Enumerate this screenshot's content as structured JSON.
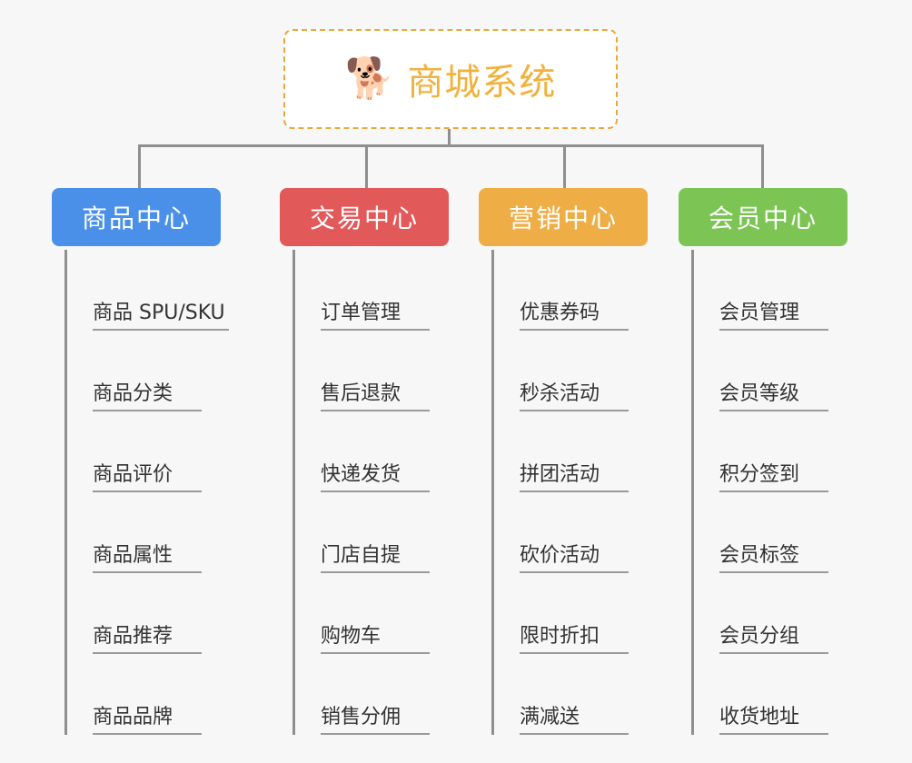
{
  "page": {
    "background_color": "#f7f7f7",
    "type": "mindmap"
  },
  "root": {
    "emoji": "🐕",
    "emoji_name": "shiba-inu-dog-face",
    "title": "商城系统",
    "border_color": "#e9a83c",
    "text_color": "#f0b23c",
    "background_color": "#ffffff"
  },
  "connector": {
    "color": "#8f8f8f"
  },
  "branches": [
    {
      "label": "商品中心",
      "color": "#4a90e8",
      "items": [
        {
          "label": "商品 SPU/SKU"
        },
        {
          "label": "商品分类"
        },
        {
          "label": "商品评价"
        },
        {
          "label": "商品属性"
        },
        {
          "label": "商品推荐"
        },
        {
          "label": "商品品牌"
        }
      ]
    },
    {
      "label": "交易中心",
      "color": "#e2595a",
      "items": [
        {
          "label": "订单管理"
        },
        {
          "label": "售后退款"
        },
        {
          "label": "快递发货"
        },
        {
          "label": "门店自提"
        },
        {
          "label": "购物车"
        },
        {
          "label": "销售分佣"
        }
      ]
    },
    {
      "label": "营销中心",
      "color": "#eeae45",
      "items": [
        {
          "label": "优惠券码"
        },
        {
          "label": "秒杀活动"
        },
        {
          "label": "拼团活动"
        },
        {
          "label": "砍价活动"
        },
        {
          "label": "限时折扣"
        },
        {
          "label": "满减送"
        }
      ]
    },
    {
      "label": "会员中心",
      "color": "#7cc554",
      "items": [
        {
          "label": "会员管理"
        },
        {
          "label": "会员等级"
        },
        {
          "label": "积分签到"
        },
        {
          "label": "会员标签"
        },
        {
          "label": "会员分组"
        },
        {
          "label": "收货地址"
        }
      ]
    }
  ]
}
